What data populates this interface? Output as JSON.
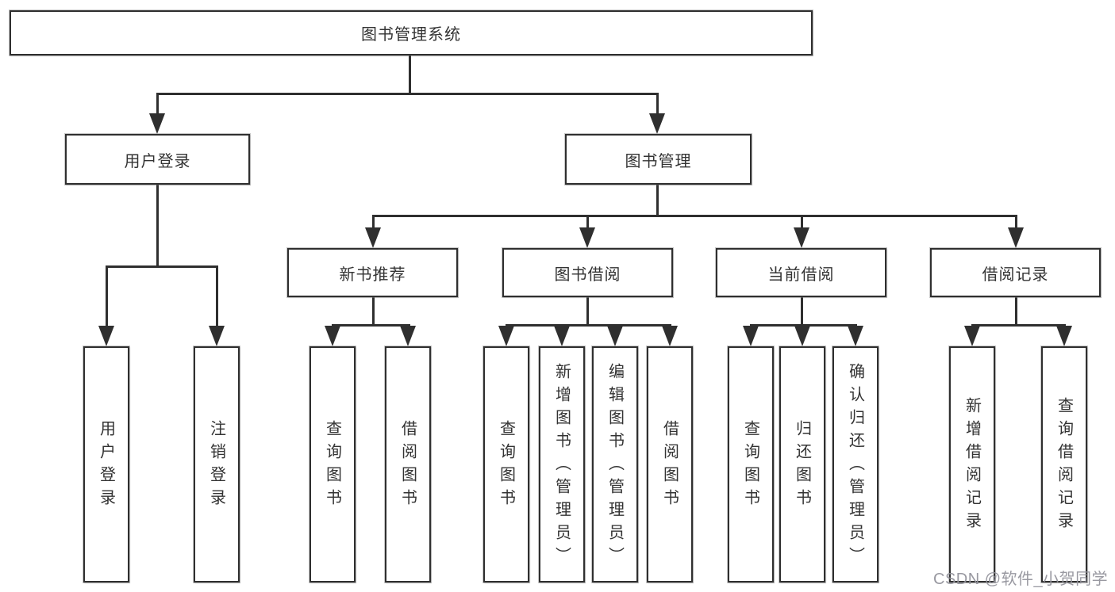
{
  "colors": {
    "line": "#2f2f2f",
    "box_border": "#2f2f2f",
    "text": "#333333",
    "background": "#ffffff",
    "watermark_text": "#94949c"
  },
  "tree": {
    "root": "图书管理系统",
    "children": [
      {
        "label": "用户登录",
        "children": [
          "用户登录",
          "注销登录"
        ]
      },
      {
        "label": "图书管理",
        "children": [
          {
            "label": "新书推荐",
            "children": [
              "查询图书",
              "借阅图书"
            ]
          },
          {
            "label": "图书借阅",
            "children": [
              "查询图书",
              "新增图书（管理员）",
              "编辑图书（管理员）",
              "借阅图书"
            ]
          },
          {
            "label": "当前借阅",
            "children": [
              "查询图书",
              "归还图书",
              "确认归还（管理员）"
            ]
          },
          {
            "label": "借阅记录",
            "children": [
              "新增借阅记录",
              "查询借阅记录"
            ]
          }
        ]
      }
    ]
  },
  "watermark": "CSDN @软件_小贺同学"
}
